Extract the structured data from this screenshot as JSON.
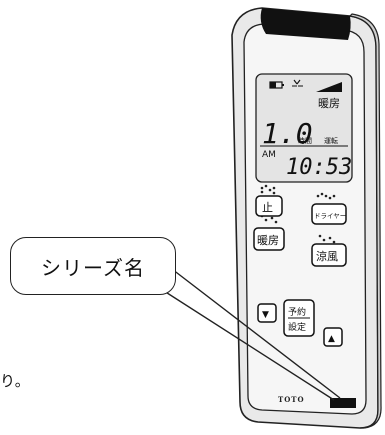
{
  "callout": {
    "label": "シリーズ名"
  },
  "edge_text": "り。",
  "remote": {
    "brand": "TOTO",
    "lcd": {
      "mode": "暖房",
      "hours_value": "1.0",
      "hours_unit": "時間",
      "operation": "運転",
      "ampm": "AM",
      "clock": "10:53"
    },
    "buttons": {
      "stop": "止",
      "dryer": "ドライヤー",
      "heat": "暖房",
      "cool": "涼風",
      "timer_top": "予約",
      "timer_bottom": "設定",
      "down": "▼",
      "up": "▲"
    }
  },
  "colors": {
    "outline": "#222222",
    "remote_face": "#f4f4f4",
    "lcd_bg": "#e6e6e6",
    "dark": "#111111"
  }
}
